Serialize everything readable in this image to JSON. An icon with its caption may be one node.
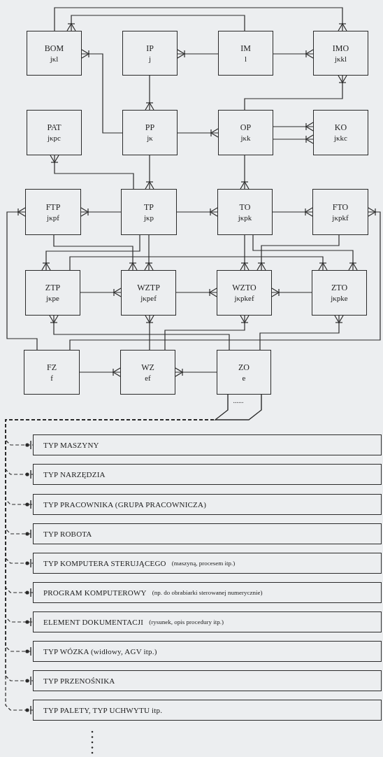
{
  "diagram": {
    "nodes": [
      {
        "text": [
          "BOM",
          "jκl"
        ]
      },
      {
        "text": [
          "IP",
          "j"
        ]
      },
      {
        "text": [
          "IM",
          "l"
        ]
      },
      {
        "text": [
          "IMO",
          "jκkl"
        ]
      },
      {
        "text": [
          "PAT",
          "jκpc"
        ]
      },
      {
        "text": [
          "PP",
          "jκ"
        ]
      },
      {
        "text": [
          "OP",
          "jκk"
        ]
      },
      {
        "text": [
          "KO",
          "jκkc"
        ]
      },
      {
        "text": [
          "FTP",
          "jκpf"
        ]
      },
      {
        "text": [
          "TP",
          "jκp"
        ]
      },
      {
        "text": [
          "TO",
          "jκpk"
        ]
      },
      {
        "text": [
          "FTO",
          "jκpkf"
        ]
      },
      {
        "text": [
          "ZTP",
          "jκpe"
        ]
      },
      {
        "text": [
          "WZTP",
          "jκpef"
        ]
      },
      {
        "text": [
          "WZTO",
          "jκpkef"
        ]
      },
      {
        "text": [
          "ZTO",
          "jκpke"
        ]
      },
      {
        "text": [
          "FZ",
          "f"
        ]
      },
      {
        "text": [
          "WZ",
          "ef"
        ]
      },
      {
        "text": [
          "ZO",
          "e"
        ]
      },
      {
        "text": [
          "......"
        ]
      },
      {
        "text": [
          "TYP MASZYNY"
        ]
      },
      {
        "text": [
          "TYP NARZĘDZIA"
        ]
      },
      {
        "text": [
          "TYP PRACOWNIKA (GRUPA PRACOWNICZA)"
        ]
      },
      {
        "text": [
          "TYP ROBOTA"
        ]
      },
      {
        "text": [
          "TYP KOMPUTERA STERUJĄCEGO",
          "(maszyną, procesem itp.)"
        ]
      },
      {
        "text": [
          "PROGRAM KOMPUTEROWY",
          "(np. do obrabiarki sterowanej numerycznie)"
        ]
      },
      {
        "text": [
          "ELEMENT DOKUMENTACJI",
          "(rysunek, opis procedury itp.)"
        ]
      },
      {
        "text": [
          "TYP WÓZKA (widłowy, AGV itp.)"
        ]
      },
      {
        "text": [
          "TYP PRZENOŚNIKA"
        ]
      },
      {
        "text": [
          "TYP PALETY, TYP UCHWYTU itp."
        ]
      }
    ],
    "edges": [
      {
        "from": 0,
        "to": 3,
        "arrow": "other"
      },
      {
        "from": 2,
        "to": 0,
        "arrow": "other"
      },
      {
        "from": 5,
        "to": 0,
        "arrow": "other"
      },
      {
        "from": 2,
        "to": 1,
        "arrow": "other"
      },
      {
        "from": 2,
        "to": 3,
        "arrow": "other"
      },
      {
        "from": 1,
        "to": 5,
        "arrow": "other"
      },
      {
        "from": 5,
        "to": 6,
        "arrow": "other"
      },
      {
        "from": 6,
        "to": 3,
        "arrow": "other"
      },
      {
        "from": 6,
        "to": 7,
        "arrow": "other"
      },
      {
        "from": 6,
        "to": 7,
        "arrow": "other"
      },
      {
        "from": 9,
        "to": 4,
        "arrow": "other"
      },
      {
        "from": 5,
        "to": 9,
        "arrow": "other"
      },
      {
        "from": 6,
        "to": 10,
        "arrow": "other"
      },
      {
        "from": 9,
        "to": 8,
        "arrow": "other"
      },
      {
        "from": 9,
        "to": 10,
        "arrow": "other"
      },
      {
        "from": 10,
        "to": 11,
        "arrow": "other"
      },
      {
        "from": 16,
        "to": 11,
        "arrow": "other"
      },
      {
        "from": 16,
        "to": 8,
        "arrow": "other"
      },
      {
        "from": 8,
        "to": 13,
        "arrow": "other"
      },
      {
        "from": 9,
        "to": 13,
        "arrow": "other"
      },
      {
        "from": 9,
        "to": 12,
        "arrow": "other"
      },
      {
        "from": 12,
        "to": 15,
        "arrow": "other"
      },
      {
        "from": 10,
        "to": 14,
        "arrow": "other"
      },
      {
        "from": 10,
        "to": 15,
        "arrow": "other"
      },
      {
        "from": 11,
        "to": 14,
        "arrow": "other"
      },
      {
        "from": 12,
        "to": 13,
        "arrow": "other"
      },
      {
        "from": 13,
        "to": 14,
        "arrow": "other"
      },
      {
        "from": 15,
        "to": 14,
        "arrow": "other"
      },
      {
        "from": 17,
        "to": 13,
        "arrow": "other"
      },
      {
        "from": 17,
        "to": 14,
        "arrow": "other"
      },
      {
        "from": 18,
        "to": 12,
        "arrow": "other"
      },
      {
        "from": 18,
        "to": 15,
        "arrow": "other"
      },
      {
        "from": 16,
        "to": 17,
        "arrow": "other"
      },
      {
        "from": 18,
        "to": 17,
        "arrow": "other"
      },
      {
        "from": 19,
        "to": 20,
        "arrow": "other",
        "style": "dashed"
      },
      {
        "from": 19,
        "to": 21,
        "arrow": "other",
        "style": "dashed"
      },
      {
        "from": 19,
        "to": 22,
        "arrow": "other",
        "style": "dashed"
      },
      {
        "from": 19,
        "to": 23,
        "arrow": "other",
        "style": "dashed"
      },
      {
        "from": 19,
        "to": 24,
        "arrow": "other",
        "style": "dashed"
      },
      {
        "from": 19,
        "to": 25,
        "arrow": "other",
        "style": "dashed"
      },
      {
        "from": 19,
        "to": 26,
        "arrow": "other",
        "style": "dashed"
      },
      {
        "from": 19,
        "to": 27,
        "arrow": "other",
        "style": "dashed"
      },
      {
        "from": 19,
        "to": 28,
        "arrow": "other",
        "style": "dashed"
      },
      {
        "from": 19,
        "to": 29,
        "arrow": "other",
        "style": "dashed"
      }
    ]
  }
}
